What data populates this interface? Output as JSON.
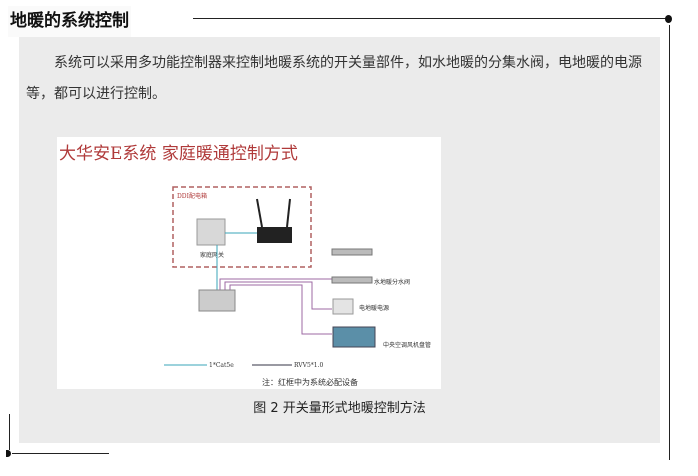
{
  "header": {
    "title": "地暖的系统控制"
  },
  "body": {
    "paragraph": "系统可以采用多功能控制器来控制地暖系统的开关量部件，如水地暖的分集水阀，电地暖的电源等，都可以进行控制。"
  },
  "figure": {
    "title": "大华安E系统  家庭暖通控制方式",
    "box_label": "DDI配电箱",
    "gateway_label": "家庭网关",
    "manifold_label": "水地暖分水阀",
    "power_label": "电地暖电源",
    "ac_label": "中央空调风机盘管",
    "legend_cat5e": "1*Cat5e",
    "legend_rvv": "RVV5*1.0",
    "note": "注：红框中为系统必配设备",
    "colors": {
      "title": "#b03a3a",
      "cat5e": "#3aa6b9",
      "rvv": "#9c6aa3",
      "dashed": "#b06060"
    }
  },
  "caption": "图 2 开关量形式地暖控制方法"
}
